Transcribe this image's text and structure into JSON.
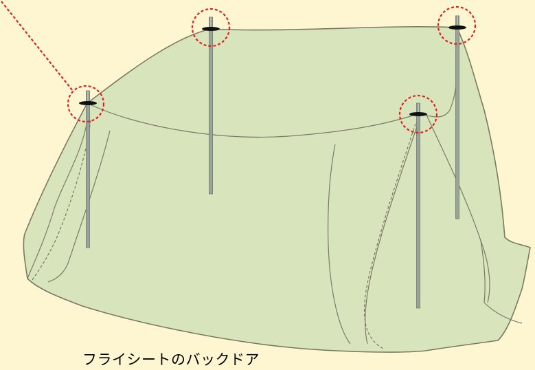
{
  "diagram": {
    "caption": "フライシートのバックドア"
  },
  "colors": {
    "background": "#fdf6d0",
    "fly_fill": "#d8e4bc",
    "fly_stroke": "#7a7a64",
    "pole_fill": "#9aa39a",
    "pole_stroke": "#6f786f",
    "pole_tip": "#b8bfb8",
    "grommet": "#111111",
    "highlight_circle": "#e02020"
  },
  "icons": {
    "fly_sheet": "tent-fly-sheet-shape",
    "pole": "tent-pole",
    "grommet": "grommet-disc",
    "highlight": "dashed-highlight-circle",
    "pointer": "dashed-pointer-line"
  }
}
